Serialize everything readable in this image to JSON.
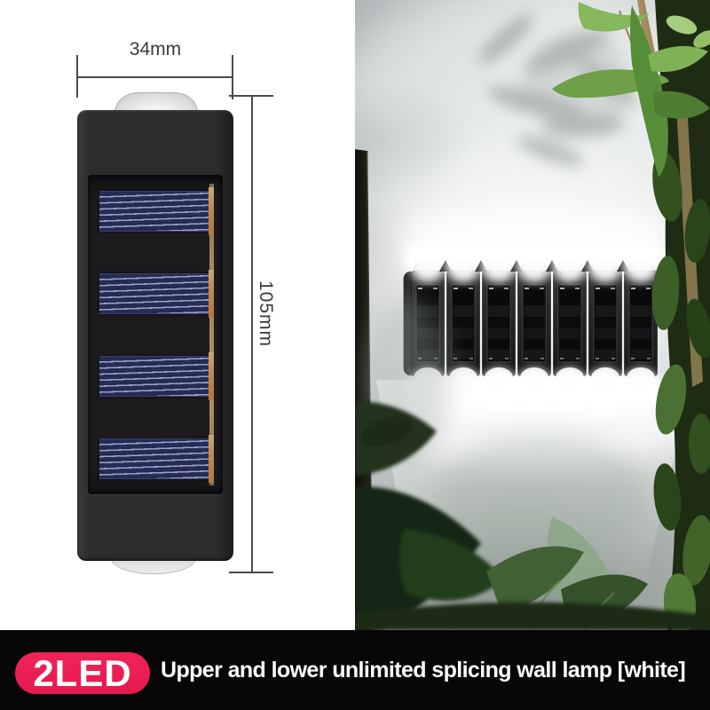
{
  "diagram": {
    "width_label": "34mm",
    "height_label": "105mm",
    "panel_count": 4,
    "panel_offsets": [
      18,
      111,
      204,
      297
    ],
    "colors": {
      "body": "#2c2c2e",
      "recess": "#1c1c1e",
      "panel_base": "#232a52",
      "panel_stripe": "#9aa1c4",
      "solder_tab": "#c08a52",
      "dim_line": "#4a4a4a"
    }
  },
  "photo": {
    "lamp_count": 7,
    "glow_color": "#ffffff",
    "wall_color": "#dadddd",
    "foliage_color": "#2a4519"
  },
  "caption_bar": {
    "badge_label": "2LED",
    "badge_color": "#e6194f",
    "text": "Upper and lower unlimited splicing wall lamp [white]",
    "bar_color": "#070707"
  }
}
